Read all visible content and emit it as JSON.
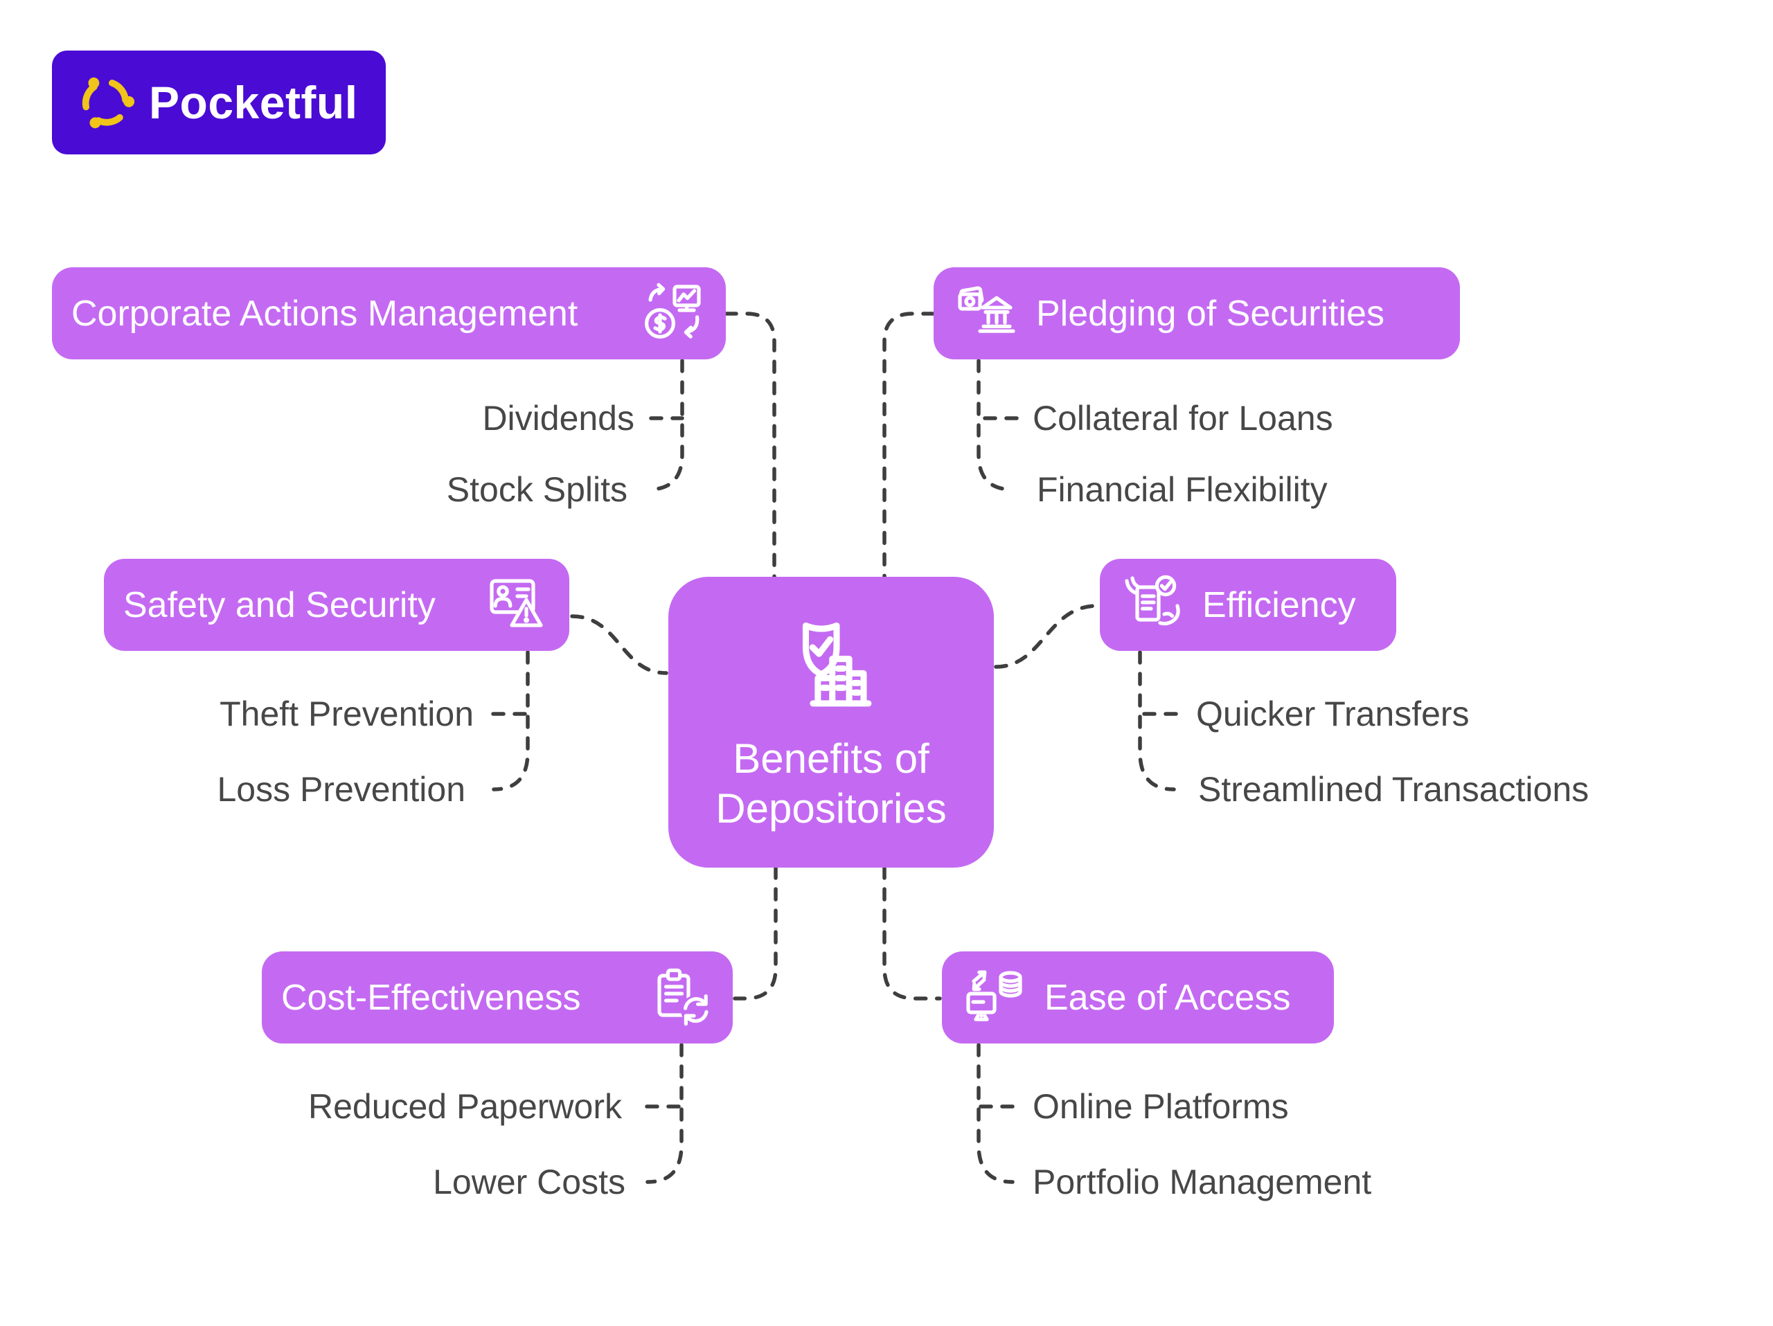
{
  "logo": {
    "text": "Pocketful",
    "icon": "pocketful-flower-icon"
  },
  "center": {
    "line1": "Benefits of",
    "line2": "Depositories",
    "icon": "shield-check-buildings-icon"
  },
  "branches": [
    {
      "id": "corporate-actions-management",
      "label": "Corporate Actions Management",
      "icon": "monitor-chart-dollar-cycle-icon",
      "icon_side": "right",
      "children": [
        "Dividends",
        "Stock Splits"
      ]
    },
    {
      "id": "pledging-of-securities",
      "label": "Pledging of Securities",
      "icon": "banknote-bank-icon",
      "icon_side": "left",
      "children": [
        "Collateral for Loans",
        "Financial Flexibility"
      ]
    },
    {
      "id": "safety-and-security",
      "label": "Safety and Security",
      "icon": "id-card-warning-icon",
      "icon_side": "right",
      "children": [
        "Theft Prevention",
        "Loss Prevention"
      ]
    },
    {
      "id": "efficiency",
      "label": "Efficiency",
      "icon": "hands-checklist-icon",
      "icon_side": "left",
      "children": [
        "Quicker Transfers",
        "Streamlined Transactions"
      ]
    },
    {
      "id": "cost-effectiveness",
      "label": "Cost-Effectiveness",
      "icon": "clipboard-sync-icon",
      "icon_side": "right",
      "children": [
        "Reduced Paperwork",
        "Lower Costs"
      ]
    },
    {
      "id": "ease-of-access",
      "label": "Ease of Access",
      "icon": "monitor-transfer-coins-icon",
      "icon_side": "left",
      "children": [
        "Online Platforms",
        "Portfolio Management"
      ]
    }
  ],
  "colors": {
    "node_purple": "#c46af2",
    "logo_background": "#4a0bd5",
    "logo_flower": "#f0c419",
    "node_text": "#ffffff",
    "child_text": "#474747",
    "connector": "#3e3e3e",
    "background": "#ffffff"
  }
}
